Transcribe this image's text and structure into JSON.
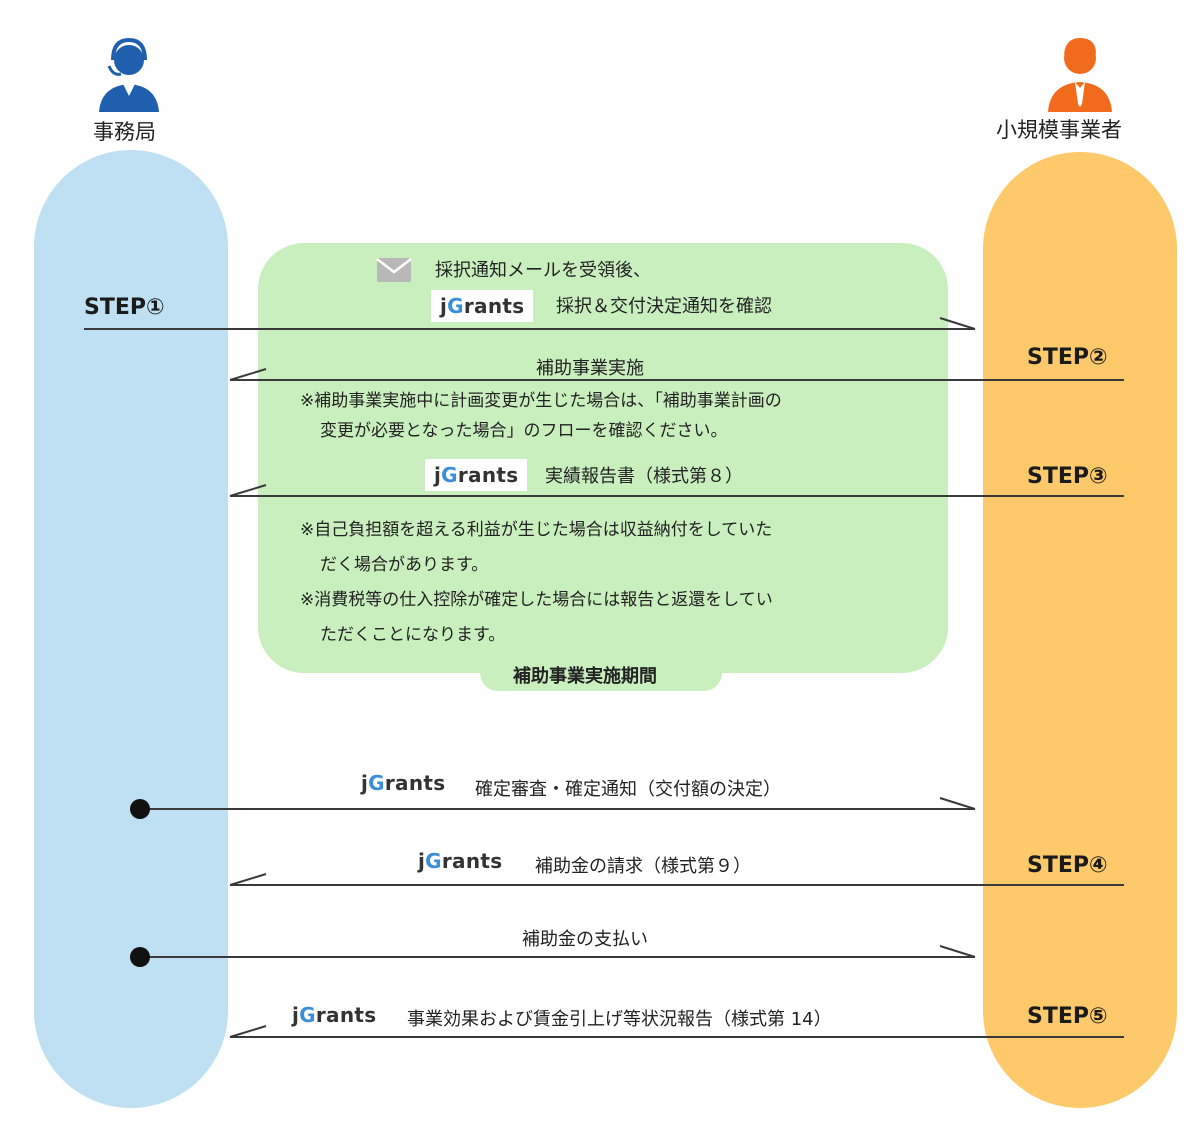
{
  "actors": {
    "left": {
      "label": "事務局",
      "icon": "operator-person-icon",
      "color": "#1f5fae"
    },
    "right": {
      "label": "小規模事業者",
      "icon": "businessperson-icon",
      "color": "#f26a1b"
    }
  },
  "colors": {
    "left_lane": "#bfe0f3",
    "right_lane": "#fdc96a",
    "period_box": "#c9efbf",
    "jgrants_g": "#3b8fd6"
  },
  "logo_text": {
    "j": "j",
    "g": "G",
    "rest": "rants"
  },
  "steps": [
    "STEP①",
    "STEP②",
    "STEP③",
    "STEP④",
    "STEP⑤"
  ],
  "flows": {
    "f1": {
      "line1": "採択通知メールを受領後、",
      "text": "採択＆交付決定通知を確認"
    },
    "f2": {
      "text": "補助事業実施"
    },
    "f2_note": {
      "line1": "※補助事業実施中に計画変更が生じた場合は、「補助事業計画の",
      "line2": "変更が必要となった場合」のフローを確認ください。"
    },
    "f3": {
      "text": "実績報告書（様式第８）"
    },
    "f3_note": {
      "line1": "※自己負担額を超える利益が生じた場合は収益納付をしていた",
      "line2": "だく場合があります。",
      "line3": "※消費税等の仕入控除が確定した場合には報告と返還をしてい",
      "line4": "ただくことになります。"
    },
    "f4": {
      "text": "確定審査・確定通知（交付額の決定）"
    },
    "f5": {
      "text": "補助金の請求（様式第９）"
    },
    "f6": {
      "text": "補助金の支払い"
    },
    "f7": {
      "text": "事業効果および賃金引上げ等状況報告（様式第 14）"
    }
  },
  "period_label": "補助事業実施期間"
}
